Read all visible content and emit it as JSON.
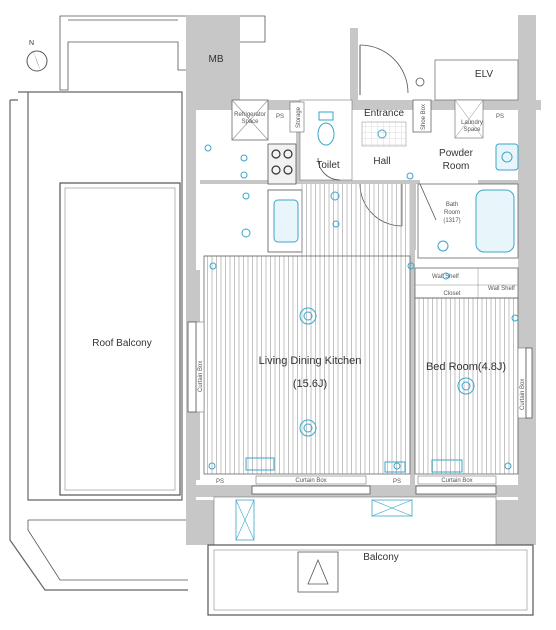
{
  "plan": {
    "compass_label": "N",
    "rooms": {
      "mb": "MB",
      "elv": "ELV",
      "entrance": "Entrance",
      "toilet": "Toilet",
      "hall": "Hall",
      "powder_room_l1": "Powder",
      "powder_room_l2": "Room",
      "bath_l1": "Bath",
      "bath_l2": "Room",
      "bath_l3": "(1317)",
      "ldk_name": "Living Dining Kitchen",
      "ldk_size": "(15.6J)",
      "bedroom": "Bed Room(4.8J)",
      "roof_balcony": "Roof Balcony",
      "balcony": "Balcony"
    },
    "small_labels": {
      "refrigerator_l1": "Refrigerator",
      "refrigerator_l2": "Space",
      "ps_1": "PS",
      "ps_2": "PS",
      "ps_3": "PS",
      "ps_4": "PS",
      "storage": "Storage",
      "shoe_box": "Shoe Box",
      "laundry_l1": "Laundry",
      "laundry_l2": "Space",
      "closet": "Closet",
      "wall_shelf_1": "Wall Shelf",
      "wall_shelf_2": "Wall Shelf",
      "curtain_box_1": "Curtain Box",
      "curtain_box_2": "Curtain Box",
      "curtain_box_3": "Curtain Box",
      "curtain_box_4": "Curtain Box"
    }
  }
}
